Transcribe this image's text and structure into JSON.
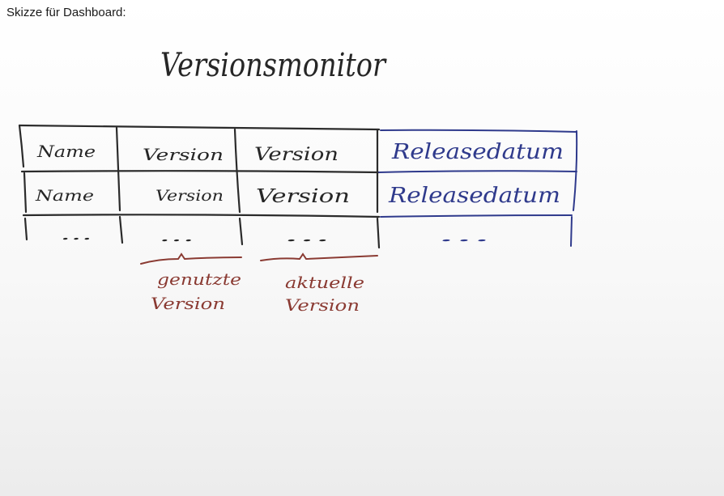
{
  "caption": "Skizze für Dashboard:",
  "sketch": {
    "title": "Versionsmonitor",
    "rows": [
      [
        "Name",
        "Version",
        "Version",
        "Releasedatum"
      ],
      [
        "Name",
        "Version",
        "Version",
        "Releasedatum"
      ],
      [
        "...",
        "...",
        "...",
        "..."
      ]
    ],
    "annotations": {
      "used_version": [
        "genutzte",
        "Version"
      ],
      "current_version": [
        "aktuelle",
        "Version"
      ]
    }
  },
  "colors": {
    "black_ink": "#2b2b2b",
    "blue_ink": "#2f3a8c",
    "brown_ink": "#8a3a32"
  }
}
